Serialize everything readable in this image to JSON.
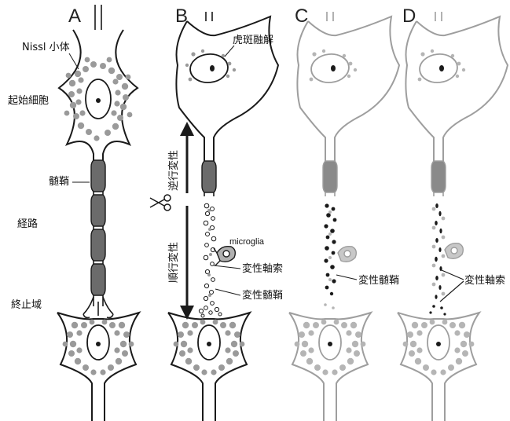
{
  "panels": [
    "A",
    "B",
    "C",
    "D"
  ],
  "labels": {
    "nissl": "Nissl 小体",
    "cell_body": "起始細胞",
    "myelin": "髄鞘",
    "pathway": "経路",
    "terminal": "終止域",
    "chromatolysis": "虎斑融解",
    "retrograde": "逆行変性",
    "anterograde": "順行変性",
    "microglia": "microglia",
    "deg_axon": "変性軸索",
    "deg_myelin": "変性髄鞘",
    "deg_myelin_c": "変性髄鞘",
    "deg_axon_d": "変性軸索"
  },
  "colors": {
    "ink": "#1a1a1a",
    "dot": "#9a9a9a",
    "faded": "#9e9e9e",
    "sheath": "#6b6b6b",
    "white": "#ffffff"
  },
  "icons": {
    "cut": "scissors-icon"
  }
}
